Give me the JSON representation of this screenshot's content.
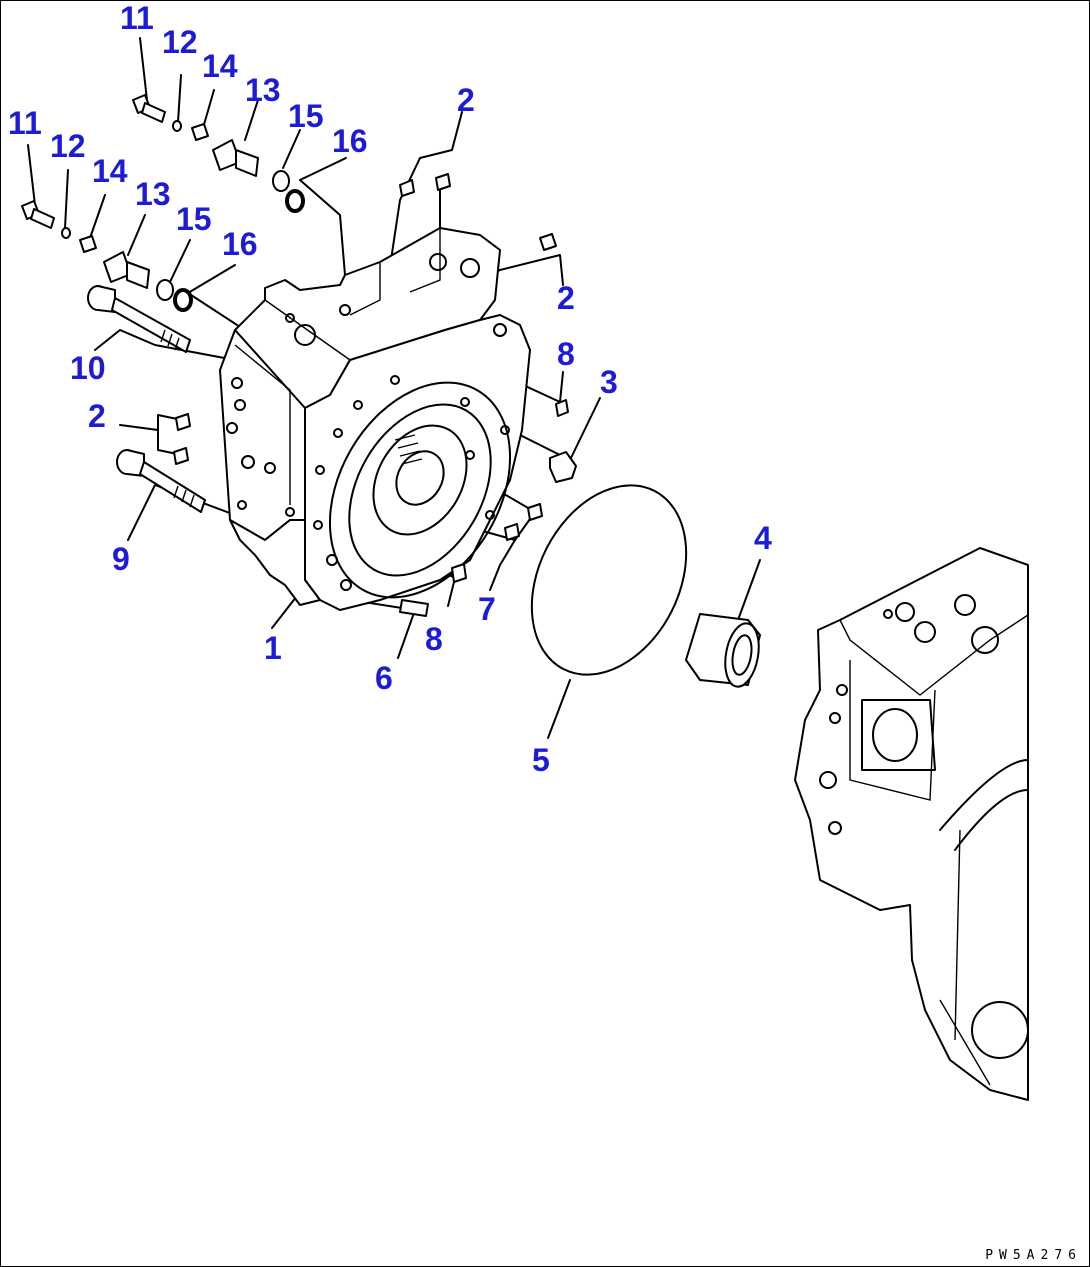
{
  "diagram": {
    "drawing_code": "PW5A276",
    "callouts": [
      {
        "id": "c11a",
        "text": "11"
      },
      {
        "id": "c12a",
        "text": "12"
      },
      {
        "id": "c14a",
        "text": "14"
      },
      {
        "id": "c13a",
        "text": "13"
      },
      {
        "id": "c15a",
        "text": "15"
      },
      {
        "id": "c16a",
        "text": "16"
      },
      {
        "id": "c2a",
        "text": "2"
      },
      {
        "id": "c11b",
        "text": "11"
      },
      {
        "id": "c12b",
        "text": "12"
      },
      {
        "id": "c14b",
        "text": "14"
      },
      {
        "id": "c13b",
        "text": "13"
      },
      {
        "id": "c15b",
        "text": "15"
      },
      {
        "id": "c16b",
        "text": "16"
      },
      {
        "id": "c2b",
        "text": "2"
      },
      {
        "id": "c8a",
        "text": "8"
      },
      {
        "id": "c3",
        "text": "3"
      },
      {
        "id": "c10",
        "text": "10"
      },
      {
        "id": "c2c",
        "text": "2"
      },
      {
        "id": "c4",
        "text": "4"
      },
      {
        "id": "c9",
        "text": "9"
      },
      {
        "id": "c7",
        "text": "7"
      },
      {
        "id": "c8b",
        "text": "8"
      },
      {
        "id": "c1",
        "text": "1"
      },
      {
        "id": "c6",
        "text": "6"
      },
      {
        "id": "c5",
        "text": "5"
      }
    ]
  }
}
